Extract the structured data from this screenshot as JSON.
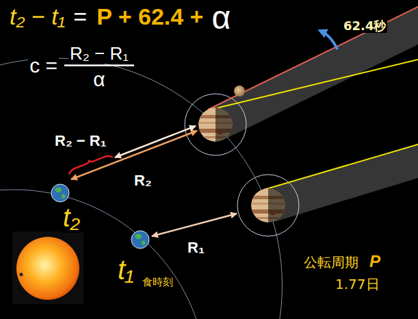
{
  "diagram": {
    "labels": [
      "t₂ − t₁",
      "=",
      "P + 62.4 +",
      "α",
      "c =",
      "R₂ − R₁",
      "α",
      "62.4秒",
      "R₂ − R₁",
      "R₂",
      "t₂",
      "R₁",
      "t₁",
      "食時刻",
      "公転周期",
      "P",
      "1.77日"
    ]
  }
}
